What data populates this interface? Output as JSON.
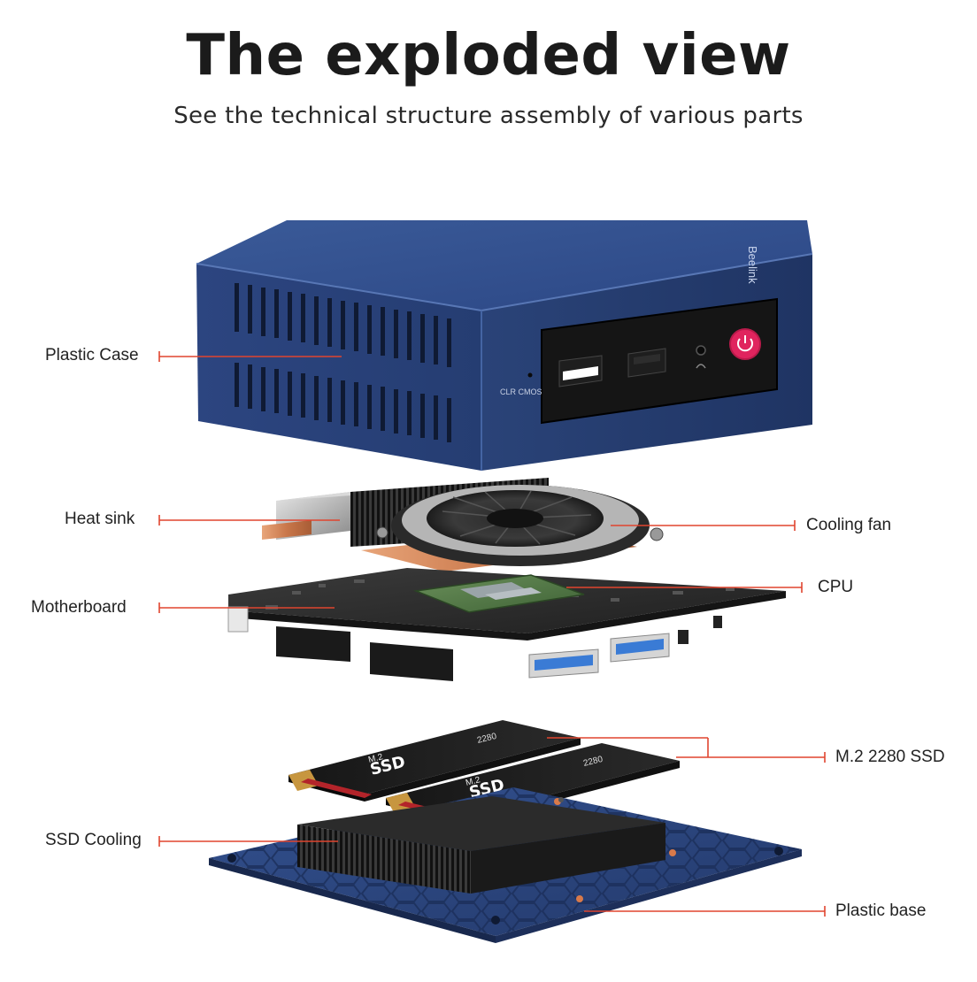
{
  "header": {
    "title": "The exploded view",
    "subtitle": "See the technical structure assembly of various parts"
  },
  "case_markings": {
    "brand": "Beelink",
    "clr_cmos": "CLR CMOS"
  },
  "ssd_markings": {
    "model": "M.2",
    "type": "SSD",
    "size": "2280"
  },
  "callouts": {
    "plastic_case": "Plastic Case",
    "heat_sink": "Heat sink",
    "cooling_fan": "Cooling fan",
    "cpu": "CPU",
    "motherboard": "Motherboard",
    "ssd": "M.2 2280 SSD",
    "ssd_cooling": "SSD Cooling",
    "plastic_base": "Plastic base"
  },
  "colors": {
    "case_blue": "#2e4a86",
    "case_dark": "#213766",
    "callout_red": "#e0452f",
    "power_pink": "#e0245e"
  }
}
